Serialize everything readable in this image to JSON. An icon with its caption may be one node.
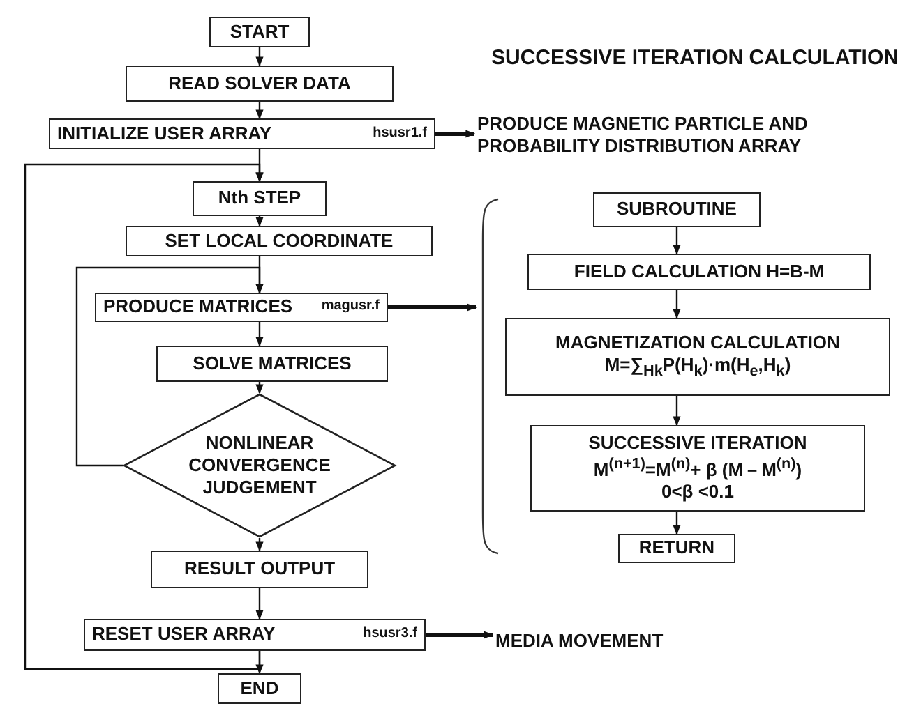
{
  "diagram": {
    "title": "SUCCESSIVE ITERATION CALCULATION",
    "nodes": [
      {
        "text": [
          "START"
        ]
      },
      {
        "text": [
          "READ SOLVER DATA"
        ]
      },
      {
        "text": [
          "INITIALIZE USER ARRAY",
          "hsusr1.f"
        ]
      },
      {
        "text": [
          "PRODUCE MAGNETIC PARTICLE AND PROBABILITY DISTRIBUTION ARRAY"
        ]
      },
      {
        "text": [
          "Nth STEP"
        ]
      },
      {
        "text": [
          "SET LOCAL COORDINATE"
        ]
      },
      {
        "text": [
          "PRODUCE MATRICES",
          "magusr.f"
        ]
      },
      {
        "text": [
          "SOLVE MATRICES"
        ]
      },
      {
        "text": [
          "NONLINEAR CONVERGENCE JUDGEMENT"
        ]
      },
      {
        "text": [
          "RESULT OUTPUT"
        ]
      },
      {
        "text": [
          "RESET USER ARRAY",
          "hsusr3.f"
        ]
      },
      {
        "text": [
          "MEDIA MOVEMENT"
        ]
      },
      {
        "text": [
          "END"
        ]
      },
      {
        "text": [],
        "shape": "bracket"
      },
      {
        "text": [
          "SUBROUTINE"
        ]
      },
      {
        "text": [
          "FIELD CALCULATION  H=B-M"
        ]
      },
      {
        "text": [
          "MAGNETIZATION CALCULATION",
          "M=∑$_{Hk}$P(H$_{k}$)·m(H$_{e}$,H$_{k}$)"
        ]
      },
      {
        "text": [
          "SUCCESSIVE ITERATION",
          "M$^{(n+1)}$=M$^{(n)}$+ β (M－M$^{(n)}$)",
          "0<β <0.1"
        ]
      },
      {
        "text": [
          "RETURN"
        ]
      }
    ],
    "edges": [
      {
        "from": 0,
        "to": 1,
        "arrow": "to"
      },
      {
        "from": 1,
        "to": 2,
        "arrow": "to"
      },
      {
        "from": 2,
        "to": 3,
        "arrow": "to",
        "style": "thick"
      },
      {
        "from": 2,
        "to": 4,
        "arrow": "to"
      },
      {
        "from": 4,
        "to": 5,
        "arrow": "to"
      },
      {
        "from": 5,
        "to": 6,
        "arrow": "to"
      },
      {
        "from": 6,
        "to": 13,
        "arrow": "to",
        "style": "thick"
      },
      {
        "from": 6,
        "to": 7,
        "arrow": "to"
      },
      {
        "from": 7,
        "to": 8,
        "arrow": "to"
      },
      {
        "from": 8,
        "to": 6,
        "arrow": "to"
      },
      {
        "from": 8,
        "to": 9,
        "arrow": "to"
      },
      {
        "from": 9,
        "to": 10,
        "arrow": "to"
      },
      {
        "from": 10,
        "to": 11,
        "arrow": "to",
        "style": "thick"
      },
      {
        "from": 10,
        "to": 4,
        "arrow": "to"
      },
      {
        "from": 10,
        "to": 12,
        "arrow": "to"
      },
      {
        "from": 14,
        "to": 15,
        "arrow": "to"
      },
      {
        "from": 15,
        "to": 16,
        "arrow": "to"
      },
      {
        "from": 16,
        "to": 17,
        "arrow": "to"
      },
      {
        "from": 17,
        "to": 18,
        "arrow": "to"
      }
    ]
  }
}
